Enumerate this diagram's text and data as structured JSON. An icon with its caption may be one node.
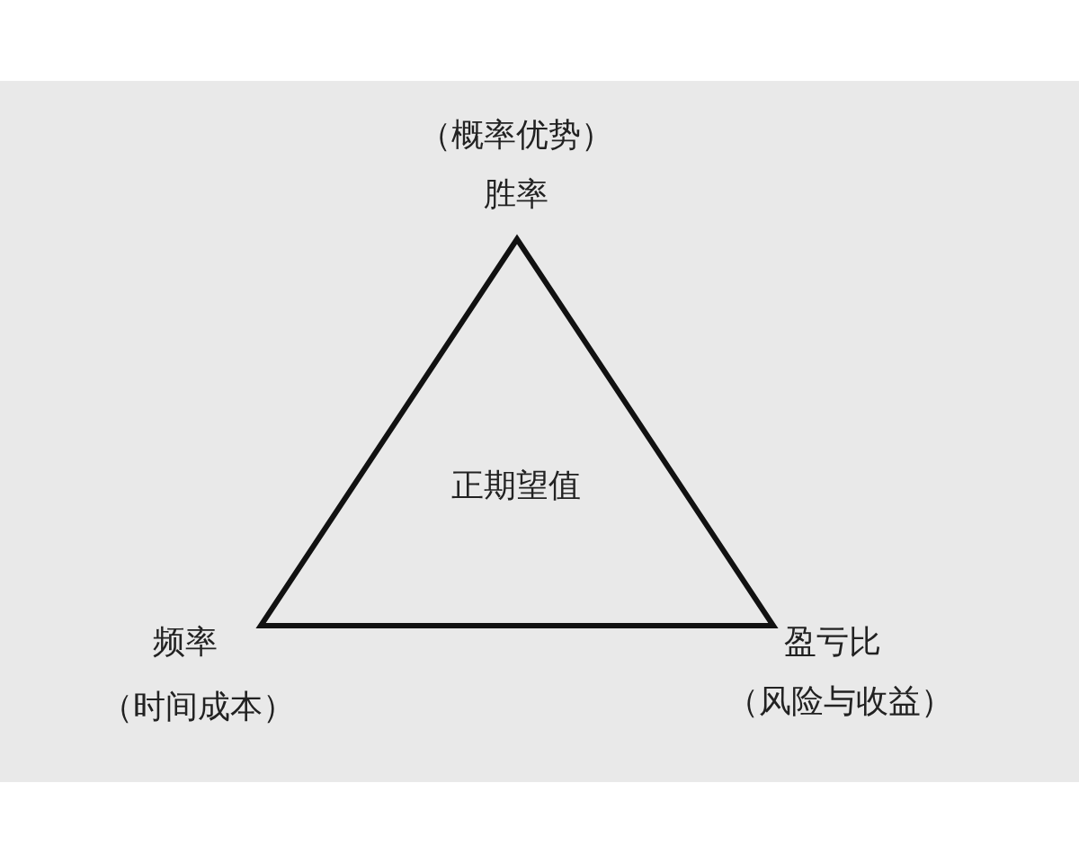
{
  "diagram": {
    "nodes": [
      {
        "text": [
          "正期望值"
        ]
      }
    ],
    "labels": [
      "（概率优势）",
      "胜率",
      "频率",
      "盈亏比",
      "（时间成本）",
      "（风险与收益）"
    ]
  }
}
